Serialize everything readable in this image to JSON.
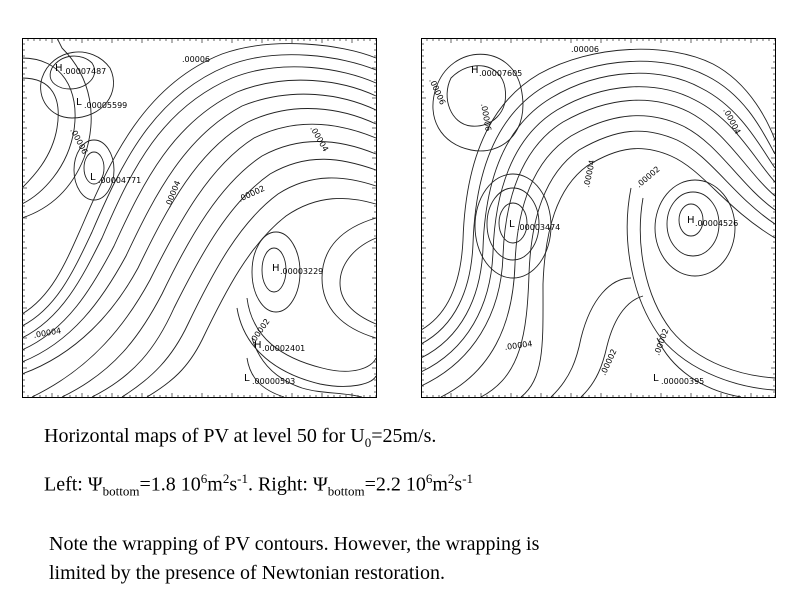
{
  "left_map": {
    "contour_labels": [
      ".00006",
      ".00006",
      ".00004",
      ".00004",
      ".00002",
      ".00002",
      ".00004"
    ],
    "extrema": [
      {
        "letter": "H",
        "value": ".00007487"
      },
      {
        "letter": "L",
        "value": ".00005599"
      },
      {
        "letter": "L",
        "value": ".00004771"
      },
      {
        "letter": "H",
        "value": ".00003229"
      },
      {
        "letter": "H",
        "value": ".00002401"
      },
      {
        "letter": "L",
        "value": ".00000503"
      }
    ]
  },
  "right_map": {
    "contour_labels": [
      ".00006",
      ".00006",
      ".00006",
      ".00004",
      ".00004",
      ".00002",
      ".00002",
      ".00004",
      ".00002"
    ],
    "extrema": [
      {
        "letter": "H",
        "value": ".00007605"
      },
      {
        "letter": "L",
        "value": ".00003474"
      },
      {
        "letter": "H",
        "value": ".00004526"
      },
      {
        "letter": "L",
        "value": ".00000395"
      }
    ]
  },
  "caption": {
    "line1_text": "Horizontal maps of PV at level 50 for U",
    "line1_sub": "0",
    "line1_tail": "=25m/s.",
    "line2_a": "Left: Ψ",
    "line2_sub1": "bottom",
    "line2_b": "=1.8 10",
    "line2_sup1": "6",
    "line2_c": "m",
    "line2_sup2": "2",
    "line2_d": "s",
    "line2_sup3": "-1",
    "line2_e": ". Right: Ψ",
    "line2_sub2": "bottom",
    "line2_f": "=2.2 10",
    "line2_sup4": "6",
    "line2_g": "m",
    "line2_sup5": "2",
    "line2_h": "s",
    "line2_sup6": "-1"
  },
  "note": {
    "line1": "Note the wrapping of PV contours.  However, the wrapping is",
    "line2": "limited by the presence of Newtonian restoration."
  }
}
